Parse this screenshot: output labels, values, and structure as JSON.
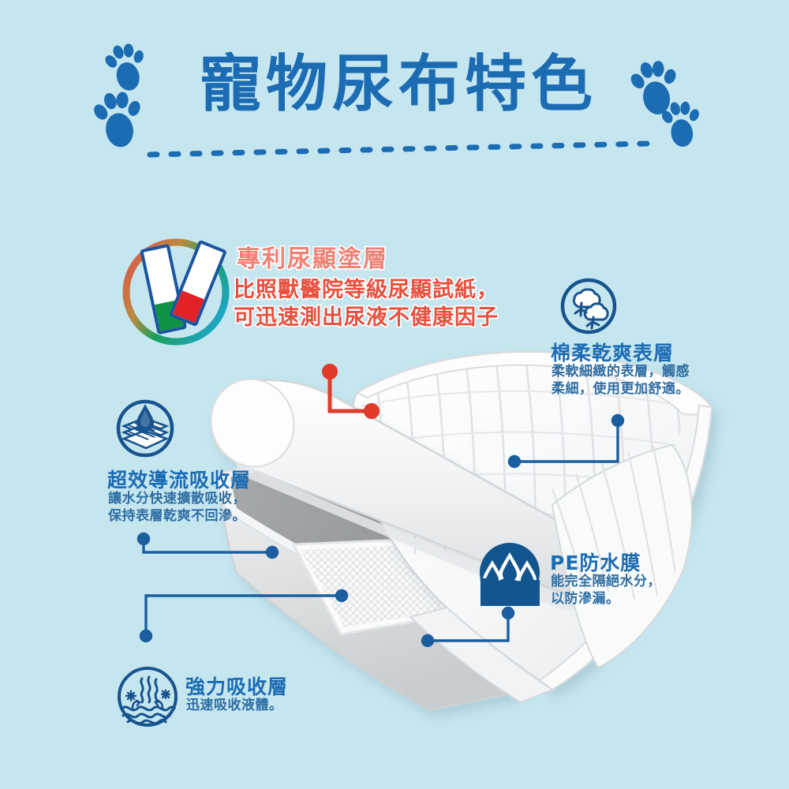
{
  "page": {
    "background_color": "#c5e6ef",
    "brand_blue": "#1c6cb4",
    "body_blue": "#2e6ea3",
    "accent_orange": "#ef8274",
    "accent_red": "#e8503f",
    "connector_blue": "#1b5ea0",
    "connector_red": "#e03a2b"
  },
  "header": {
    "title": "寵物尿布特色",
    "paw_left_icon": "paw-print-icon",
    "paw_right_icon": "paw-print-icon",
    "divider": "dashed-divider"
  },
  "features": [
    {
      "id": "patent",
      "icon": "test-strip-circle-icon",
      "heading": "專利尿顯塗層",
      "body": "比照獸醫院等級尿顯試紙，\n可迅速測出尿液不健康因子",
      "heading_color": "#ef8274",
      "body_color": "#e8503f",
      "connector_color": "#e03a2b"
    },
    {
      "id": "surface",
      "icon": "cotton-flower-icon",
      "heading": "棉柔乾爽表層",
      "body": "柔軟細緻的表層，觸感\n柔細，使用更加舒適。",
      "heading_color": "#1c6cb4",
      "body_color": "#2e6ea3",
      "connector_color": "#1b5ea0"
    },
    {
      "id": "diffusion",
      "icon": "diffusion-layer-icon",
      "heading": "超效導流吸收層",
      "body": "讓水分快速擴散吸收，\n保持表層乾爽不回滲。",
      "heading_color": "#1c6cb4",
      "body_color": "#2e6ea3",
      "connector_color": "#1b5ea0"
    },
    {
      "id": "pe-film",
      "icon": "water-droplets-icon",
      "heading": "PE防水膜",
      "body": "能完全隔絕水分，\n以防滲漏。",
      "heading_color": "#1c6cb4",
      "body_color": "#2e6ea3",
      "connector_color": "#1b5ea0"
    },
    {
      "id": "absorb",
      "icon": "wave-evaporation-icon",
      "heading": "強力吸收層",
      "body": "迅速吸收液體。",
      "heading_color": "#1c6cb4",
      "body_color": "#2e6ea3",
      "connector_color": "#1b5ea0"
    }
  ],
  "illustration": {
    "name": "pet-pad-cutaway-illustration",
    "layers": [
      "quilted-top-sheet",
      "peeled-back-flap",
      "absorbent-core",
      "mesh-layer",
      "pe-backsheet"
    ]
  }
}
